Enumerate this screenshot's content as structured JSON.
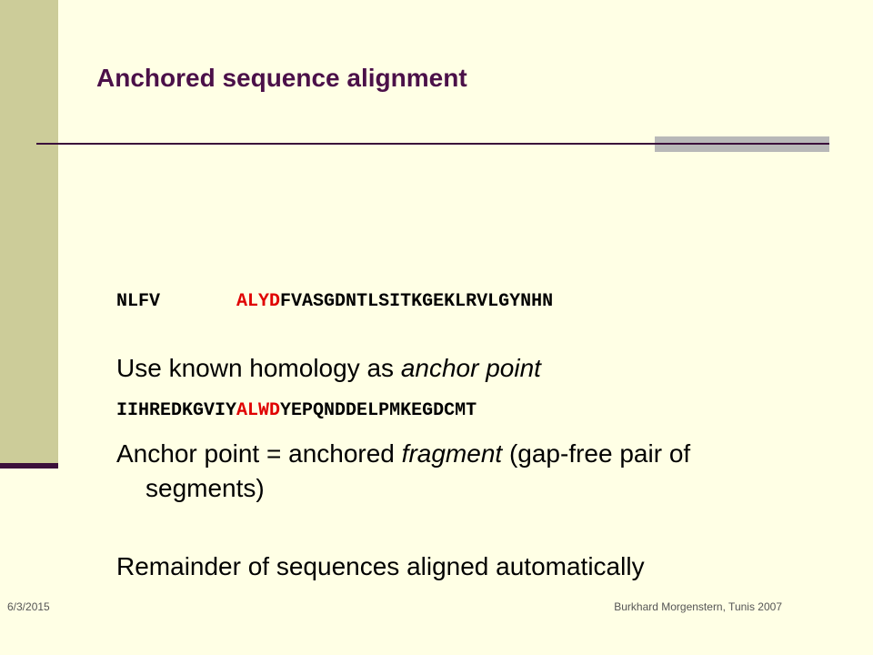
{
  "slide": {
    "title": "Anchored sequence alignment",
    "colors": {
      "background": "#FFFFE5",
      "sidebar": "#CCCC99",
      "title": "#4B1049",
      "rule": "#3B0F3B",
      "anchor": "#E00000"
    }
  },
  "sequences": [
    {
      "prefix": "NLFV       ",
      "anchor": "ALYD",
      "suffix": "FVASGDNTLSITKGEKLRVLGYNHN"
    },
    {
      "prefix": "IIHREDKGVIY",
      "anchor": "ALWD",
      "suffix": "YEPQNDDELPMKEGDCMT"
    }
  ],
  "bullets": {
    "b1": {
      "pre": "Use known homology as ",
      "em": "anchor point",
      "post": ""
    },
    "b2": {
      "pre": "Anchor point = anchored ",
      "em": "fragment",
      "post": " (gap-free pair of segments)"
    },
    "b3": {
      "pre": "Remainder of sequences aligned automatically",
      "em": "",
      "post": ""
    }
  },
  "footer": {
    "date": "6/3/2015",
    "credit": "Burkhard Morgenstern, Tunis 2007"
  }
}
